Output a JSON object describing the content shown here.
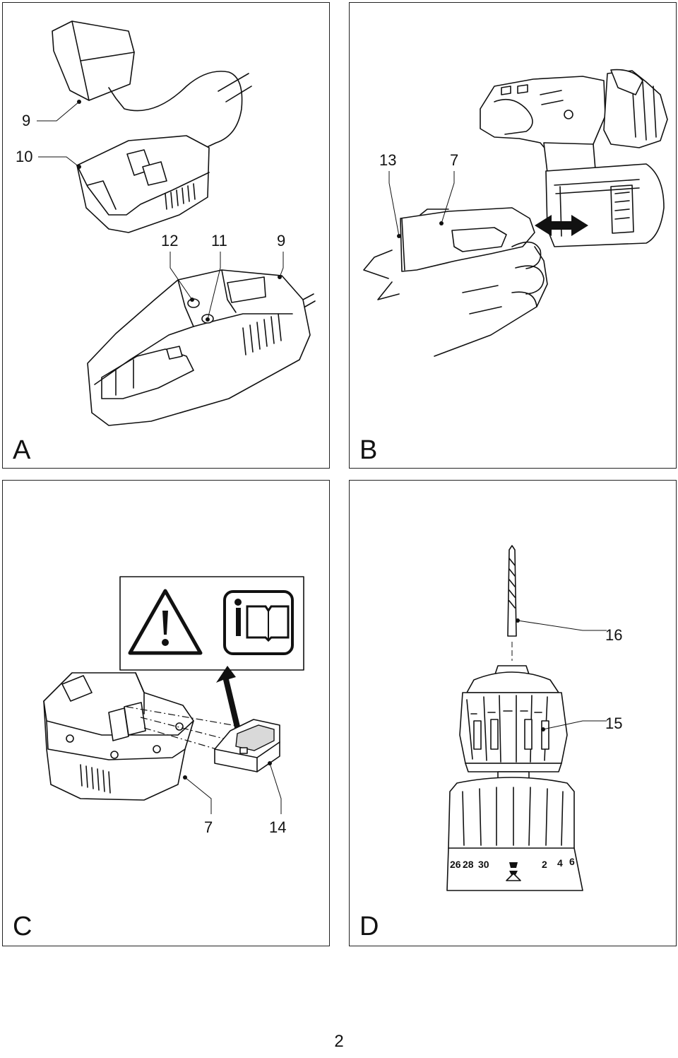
{
  "panels": {
    "a": {
      "letter": "A",
      "callouts": {
        "adapter": "9",
        "charger_top": "10",
        "label_12": "12",
        "label_11": "11",
        "label_9": "9"
      }
    },
    "b": {
      "letter": "B",
      "callouts": {
        "label_13": "13",
        "label_7": "7"
      }
    },
    "c": {
      "letter": "C",
      "callouts": {
        "label_7": "7",
        "label_14": "14"
      },
      "icons": [
        "warning-triangle-icon",
        "read-manual-icon"
      ]
    },
    "d": {
      "letter": "D",
      "callouts": {
        "label_16": "16",
        "label_15": "15"
      },
      "scale": [
        "26",
        "28",
        "30",
        "2",
        "4",
        "6"
      ]
    }
  },
  "page_number": "2"
}
